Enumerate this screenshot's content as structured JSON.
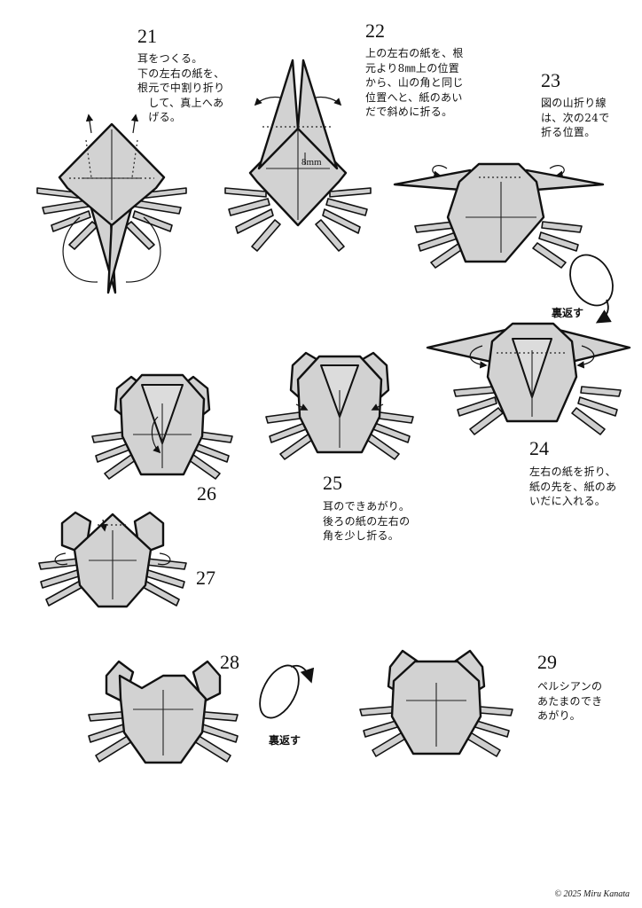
{
  "steps": [
    {
      "number": "21",
      "text": "耳をつくる。\n下の左右の紙を、\n根元で中割り折り\n　して、真上へあ\n　げる。"
    },
    {
      "number": "22",
      "text": "上の左右の紙を、根\n元より8㎜上の位置\nから、山の角と同じ\n位置へと、紙のあい\nだで斜めに折る。",
      "measure_label": "8mm"
    },
    {
      "number": "23",
      "text": "図の山折り線\nは、次の24で\n折る位置。"
    },
    {
      "number": "24",
      "text": "左右の紙を折り、\n紙の先を、紙のあ\nいだに入れる。"
    },
    {
      "number": "25",
      "text": "耳のできあがり。\n後ろの紙の左右の\n角を少し折る。"
    },
    {
      "number": "26",
      "text": ""
    },
    {
      "number": "27",
      "text": ""
    },
    {
      "number": "28",
      "text": ""
    },
    {
      "number": "29",
      "text": "ペルシアンの\nあたまのでき\nあがり。"
    }
  ],
  "turn_over_labels": [
    "裏返す",
    "裏返す"
  ],
  "credit": "© 2025 Miru Kanata",
  "colors": {
    "paper": "#d2d2d2",
    "line": "#111111",
    "background": "#ffffff"
  },
  "icons": [
    "turn-over-arrow-icon",
    "fold-arrow-icon"
  ]
}
